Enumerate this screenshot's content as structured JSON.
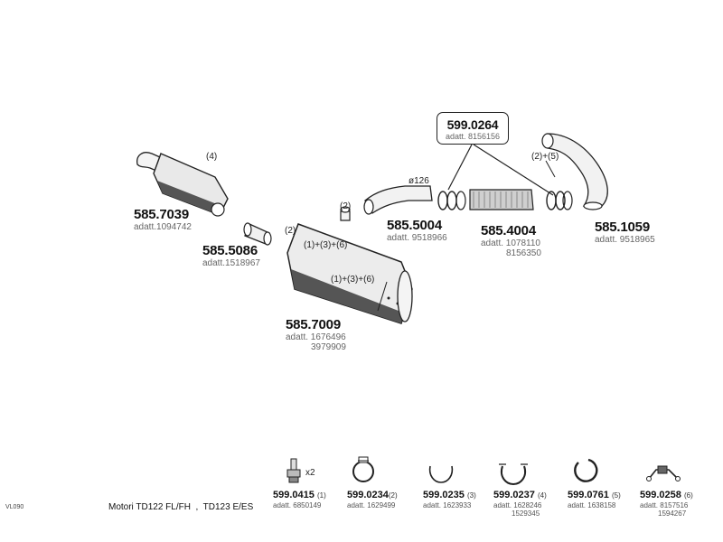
{
  "callout": {
    "part": "599.0264",
    "adatt": "adatt. 8156156"
  },
  "parts": [
    {
      "id": "585.7039",
      "adatt": "adatt.1094742"
    },
    {
      "id": "585.5086",
      "adatt": "adatt.1518967"
    },
    {
      "id": "585.7009",
      "adatt": "adatt. 1676496",
      "adatt2": "3979909"
    },
    {
      "id": "585.5004",
      "adatt": "adatt. 9518966"
    },
    {
      "id": "585.4004",
      "adatt": "adatt. 1078110",
      "adatt2": "8156350"
    },
    {
      "id": "585.1059",
      "adatt": "adatt. 9518965"
    }
  ],
  "labels": {
    "l4": "(4)",
    "l2a": "(2)",
    "l2b": "(2)",
    "l136a": "(1)+(3)+(6)",
    "l136b": "(1)+(3)+(6)",
    "diam": "ø126",
    "l25": "(2)+(5)"
  },
  "small_parts": [
    {
      "id": "599.0415",
      "ref": "(1)",
      "adatt": "adatt. 6850149",
      "qty": "x2"
    },
    {
      "id": "599.0234",
      "ref": "(2)",
      "adatt": "adatt. 1629499"
    },
    {
      "id": "599.0235",
      "ref": "(3)",
      "adatt": "adatt. 1623933"
    },
    {
      "id": "599.0237",
      "ref": "(4)",
      "adatt": "adatt. 1628246",
      "adatt2": "1529345"
    },
    {
      "id": "599.0761",
      "ref": "(5)",
      "adatt": "adatt. 1638158"
    },
    {
      "id": "599.0258",
      "ref": "(6)",
      "adatt": "adatt. 8157516",
      "adatt2": "1594267"
    }
  ],
  "footer": {
    "code": "VL090",
    "motori": "Motori TD122 FL/FH  ,  TD123 E/ES"
  }
}
